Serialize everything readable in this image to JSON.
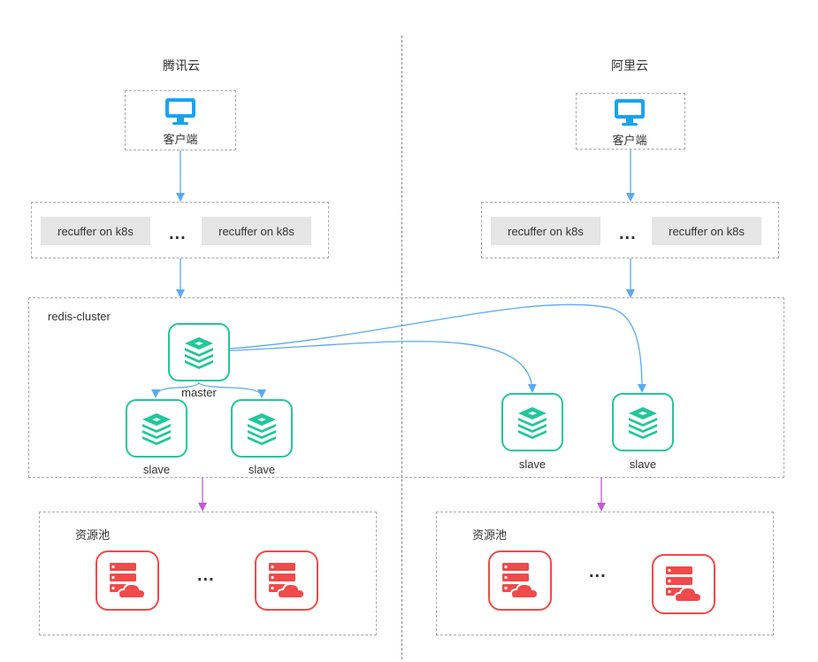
{
  "left_cloud": {
    "title": "腾讯云",
    "client_label": "客户端",
    "services": [
      "recuffer on k8s",
      "recuffer on k8s"
    ],
    "ellipsis": "...",
    "cluster_label": "redis-cluster",
    "master_label": "master",
    "slave_labels": [
      "slave",
      "slave"
    ],
    "pool_label": "资源池",
    "pool_ellipsis": "..."
  },
  "right_cloud": {
    "title": "阿里云",
    "client_label": "客户端",
    "services": [
      "recuffer on k8s",
      "recuffer on k8s"
    ],
    "ellipsis": "...",
    "slave_labels": [
      "slave",
      "slave"
    ],
    "pool_label": "资源池",
    "pool_ellipsis": "..."
  },
  "colors": {
    "flow_arrow": "#5aaaf0",
    "pool_arrow": "#c35ad2",
    "redis_icon": "#22c79a",
    "server_icon": "#f04a4a",
    "monitor_icon": "#1aa3f0",
    "dashed_border": "#a9a9a9"
  },
  "icons": {
    "client": "monitor-icon",
    "redis_node": "redis-stack-icon",
    "resource": "server-cloud-icon"
  }
}
